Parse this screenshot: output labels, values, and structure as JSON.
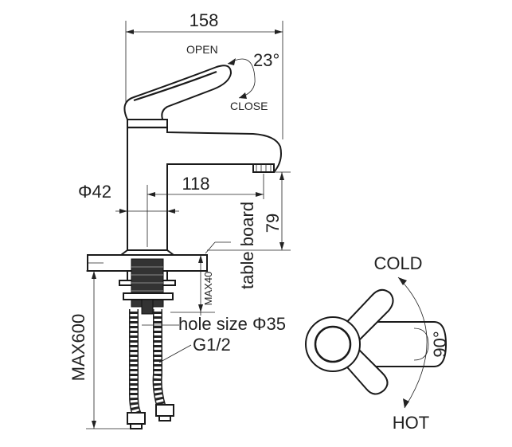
{
  "dimensions": {
    "width_total": "158",
    "angle_open": "23°",
    "open_label": "OPEN",
    "close_label": "CLOSE",
    "diameter_base": "Φ42",
    "spout_reach": "118",
    "spout_height": "79",
    "table_thickness": "MAX40",
    "table_label": "table board",
    "hose_length": "MAX600",
    "hole_size": "hole size Φ35",
    "thread": "G1/2"
  },
  "top_view": {
    "cold_label": "COLD",
    "hot_label": "HOT",
    "rotation_angle": "90°"
  }
}
